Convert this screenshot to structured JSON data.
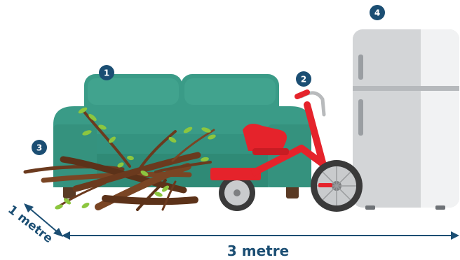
{
  "items": [
    {
      "number": "1",
      "name": "sofa",
      "color": "#3a9b87"
    },
    {
      "number": "2",
      "name": "tricycle",
      "color": "#e5232b"
    },
    {
      "number": "3",
      "name": "branches",
      "color": "#6b3a1e"
    },
    {
      "number": "4",
      "name": "refrigerator",
      "color": "#d3d5d7"
    }
  ],
  "dimensions": {
    "depth_label": "1 metre",
    "width_label": "3 metre"
  },
  "colors": {
    "badge": "#1b4e73",
    "dimension": "#1b4e73"
  }
}
